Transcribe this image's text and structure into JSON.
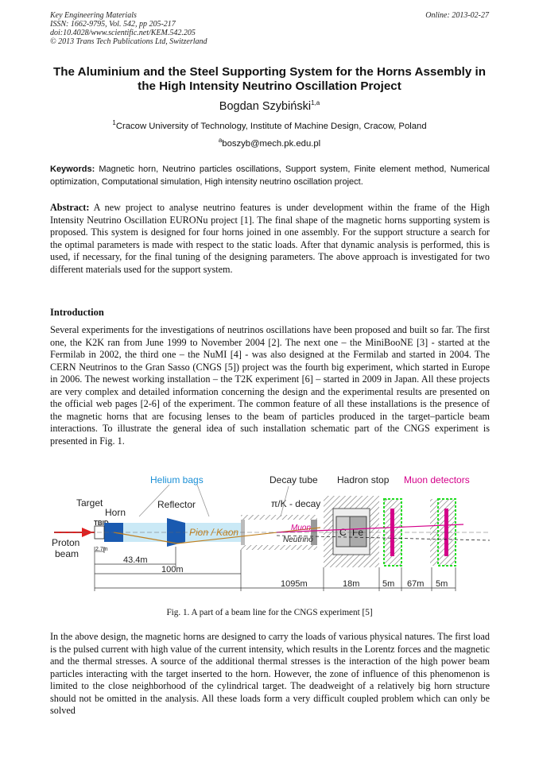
{
  "header": {
    "journal": "Key Engineering Materials",
    "issn": "ISSN: 1662-9795, Vol. 542, pp 205-217",
    "doi": "doi:10.4028/www.scientific.net/KEM.542.205",
    "copyright": "© 2013 Trans Tech Publications Ltd, Switzerland",
    "online": "Online: 2013-02-27"
  },
  "title": "The Aluminium and the Steel Supporting System for the Horns Assembly in the High Intensity Neutrino Oscillation Project",
  "author": {
    "name": "Bogdan Szybiński",
    "sup": "1,a"
  },
  "affiliation": {
    "sup": "1",
    "text": "Cracow University of Technology, Institute of Machine Design, Cracow, Poland"
  },
  "email": {
    "sup": "a",
    "text": "boszyb@mech.pk.edu.pl"
  },
  "keywords": {
    "label": "Keywords:",
    "text": "Magnetic horn, Neutrino particles oscillations, Support system, Finite element method, Numerical optimization, Computational simulation, High intensity neutrino oscillation project."
  },
  "abstract": {
    "label": "Abstract:",
    "text": "A new project to analyse neutrino features is under development within the frame of the High Intensity Neutrino Oscillation EURONu project [1]. The final shape of the magnetic horns supporting system is proposed. This system is designed for four horns joined in one assembly. For the support structure a search for the optimal parameters is made with respect to the static loads. After that dynamic analysis is performed, this is used, if necessary, for the final tuning of the designing parameters. The above approach is investigated for two different materials used for the support system."
  },
  "introduction": {
    "heading": "Introduction",
    "para1": "Several experiments for the investigations of neutrinos oscillations have been proposed and built so far. The first one, the K2K ran from June 1999 to November 2004 [2]. The next one – the MiniBooNE [3] - started at the Fermilab in 2002, the third one – the NuMI [4] - was also designed at the Fermilab and started in 2004. The CERN Neutrinos to the Gran Sasso (CNGS [5]) project was the fourth big experiment, which started in Europe in 2006. The newest working installation – the T2K experiment [6] – started in 2009 in Japan. All these projects are very complex and detailed information concerning the design and the experimental results are presented on the official web pages [2-6] of the experiment. The common feature of all these installations is the presence of the magnetic horns that are focusing lenses to the beam of particles produced in the target–particle beam interactions. To illustrate the general idea of such installation schematic part of the CNGS experiment is presented in Fig. 1.",
    "para2": "In the above design, the magnetic horns are designed to carry the loads of various physical natures. The first load is the pulsed current with high value of the current intensity, which results in the Lorentz forces and the magnetic and the thermal stresses. A source of the additional thermal stresses is the interaction of the high power beam particles interacting with the target inserted to the horn. However, the zone of influence of this phenomenon is limited to the close neighborhood of the cylindrical target. The deadweight of a relatively big horn structure should not be omitted in the analysis. All these loads form a very difficult coupled problem which can only be solved"
  },
  "figure": {
    "caption": "Fig. 1. A part of a beam line for the CNGS experiment [5]",
    "labels": {
      "target": "Target",
      "tbid": "TBID",
      "horn": "Horn",
      "helium": "Helium bags",
      "reflector": "Reflector",
      "decay_tube": "Decay tube",
      "decay": "π/K - decay",
      "hadron_stop": "Hadron stop",
      "muon_detectors": "Muon detectors",
      "proton": "Proton",
      "beam": "beam",
      "pion_kaon": "Pion / Kaon",
      "muon": "Muon",
      "neutrino": "Neutrino",
      "c": "C",
      "fe": "Fe"
    },
    "dimensions": {
      "d1": "2.7m",
      "d2": "43.4m",
      "d3": "100m",
      "d4": "1095m",
      "d5": "18m",
      "d6": "5m",
      "d7": "67m",
      "d8": "5m"
    },
    "colors": {
      "helium": "#1a8fd6",
      "muon": "#d4008a",
      "detector_box": "#22dd22",
      "proton_arrow": "#e02020",
      "pion_beam": "#b3dff2"
    }
  }
}
